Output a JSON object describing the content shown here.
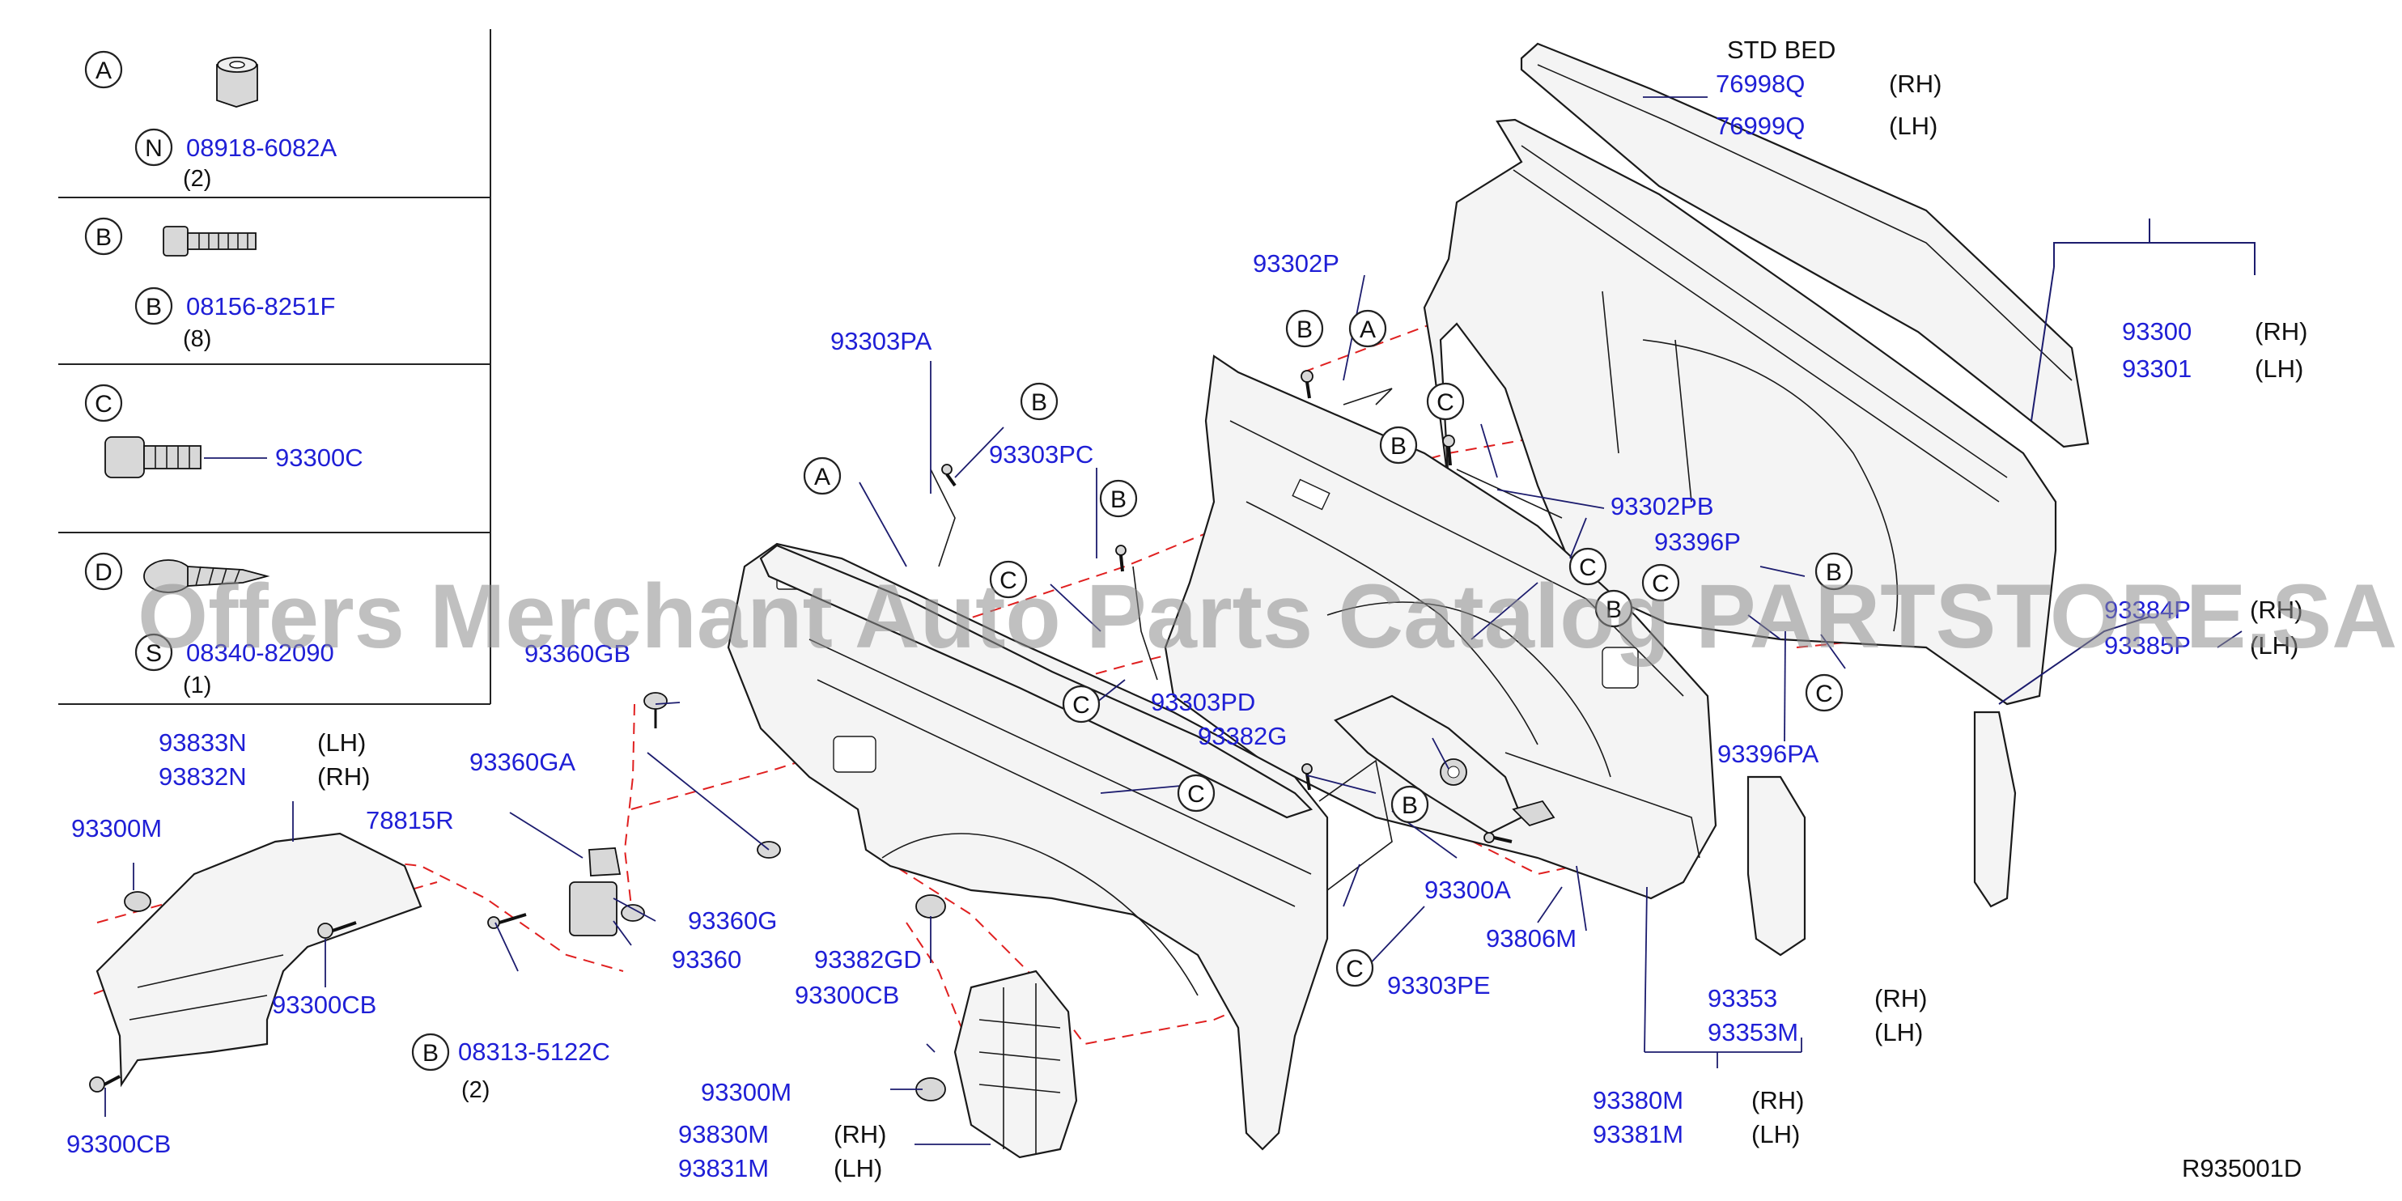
{
  "legend": {
    "boxes": [
      {
        "letter": "A",
        "sub_letter": "N",
        "part": "08918-6082A",
        "qty": "(2)"
      },
      {
        "letter": "B",
        "sub_letter": "B",
        "part": "08156-8251F",
        "qty": "(8)"
      },
      {
        "letter": "C",
        "part": "93300C"
      },
      {
        "letter": "D",
        "sub_letter": "S",
        "part": "08340-82090",
        "qty": "(1)"
      }
    ]
  },
  "header": {
    "bed_type": "STD   BED"
  },
  "side_suffix": {
    "rh": "(RH)",
    "lh": "(LH)"
  },
  "callout_letters": {
    "a": "A",
    "b": "B",
    "c": "C"
  },
  "parts": {
    "p76998q": "76998Q",
    "p76999q": "76999Q",
    "p93302p": "93302P",
    "p93303pa": "93303PA",
    "p93303pc": "93303PC",
    "p93302pb": "93302PB",
    "p93396p": "93396P",
    "p93396pa": "93396PA",
    "p93300": "93300",
    "p93301": "93301",
    "p93384p": "93384P",
    "p93385p": "93385P",
    "p93360gb": "93360GB",
    "p93360ga": "93360GA",
    "p93303pd": "93303PD",
    "p93382g": "93382G",
    "p93833n": "93833N",
    "p93832n": "93832N",
    "p93300m_a": "93300M",
    "p78815r": "78815R",
    "p93360g": "93360G",
    "p93360": "93360",
    "p93382gd": "93382GD",
    "p93300cb_a": "93300CB",
    "p93300cb_b": "93300CB",
    "p93300cb_c": "93300CB",
    "p93300a": "93300A",
    "p93806m": "93806M",
    "p93303pe": "93303PE",
    "p93353": "93353",
    "p93353m": "93353M",
    "p08313": "08313-5122C",
    "p08313_qty": "(2)",
    "p93300m_b": "93300M",
    "p93830m": "93830M",
    "p93831m": "93831M",
    "p93380m": "93380M",
    "p93381m": "93381M"
  },
  "footer": {
    "diagram_code": "R935001D"
  },
  "watermark": "Offers Merchant Auto Parts Catalog PARTSTORE.SA"
}
